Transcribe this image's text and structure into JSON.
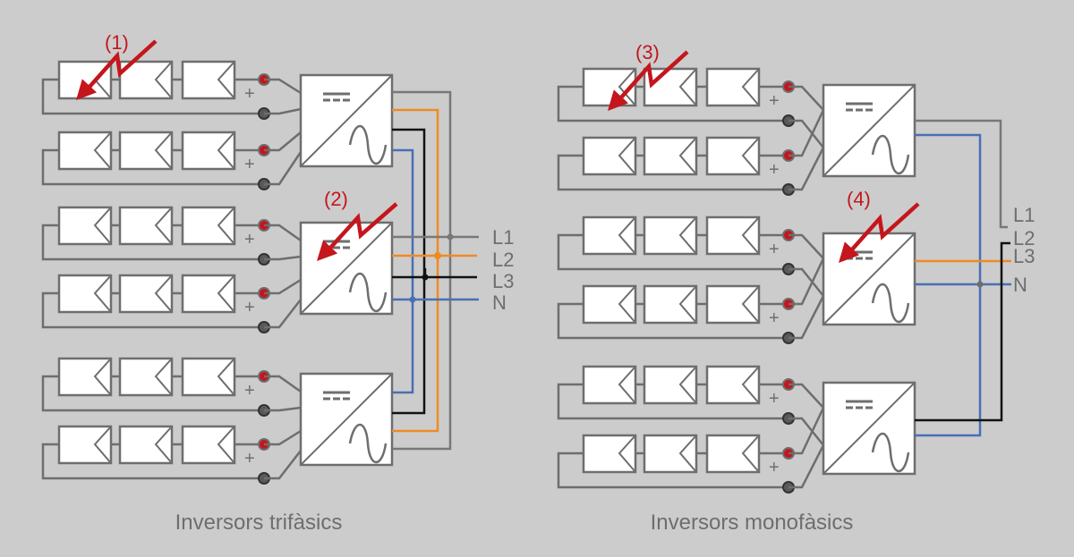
{
  "colors": {
    "background": "#cccccc",
    "wire": "#6e6e6e",
    "panel_fill": "#ffffff",
    "fault_red": "#c4161c",
    "terminal_plus": "#c4161c",
    "terminal_minus": "#5a5a5a",
    "phase_L1": "#787878",
    "phase_L2": "#f08a24",
    "phase_L3": "#111111",
    "neutral": "#4a6fb5"
  },
  "symbols": {
    "plus": "+",
    "minus": "−",
    "dc_icon": "dc-symbol",
    "ac_icon": "ac-sine-symbol",
    "fault_icon": "lightning-arrow"
  },
  "left_diagram": {
    "caption": "Inversors trifàsics",
    "phase_labels": [
      "L1",
      "L2",
      "L3",
      "N"
    ],
    "inverters": 3,
    "strings_per_inverter": 2,
    "panels_per_string": 3,
    "faults": [
      {
        "label": "(1)",
        "location": "panel"
      },
      {
        "label": "(2)",
        "location": "inverter"
      }
    ]
  },
  "right_diagram": {
    "caption": "Inversors monofàsics",
    "phase_labels": [
      "L1",
      "L2",
      "L3",
      "N"
    ],
    "inverters": 3,
    "strings_per_inverter": 2,
    "panels_per_string": 3,
    "faults": [
      {
        "label": "(3)",
        "location": "panel"
      },
      {
        "label": "(4)",
        "location": "inverter"
      }
    ]
  }
}
